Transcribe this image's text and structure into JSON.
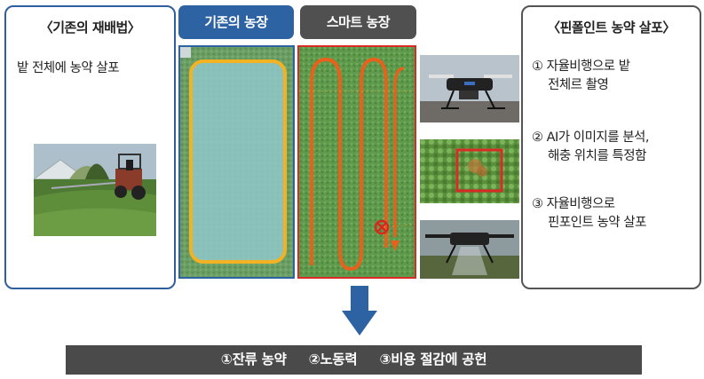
{
  "left_panel": {
    "title": "〈기존의 재배법〉",
    "description": "밭 전체에 농약 살포",
    "photo": "tractor-spraying-field-photo"
  },
  "tabs": {
    "conventional": "기존의 농장",
    "smart": "스마트 농장"
  },
  "right_panel": {
    "title": "〈핀폴인트 농약 살포〉",
    "steps": [
      {
        "line1": "① 자율비행으로 밭",
        "line2": "전체르 촬영"
      },
      {
        "line1": "② AI가 이미지를 분석,",
        "line2": "해충 위치를 특정함"
      },
      {
        "line1": "③ 자율비행으로",
        "line2": "핀포인트 농약 살포"
      }
    ]
  },
  "photos": [
    "drone-photo",
    "pest-closeup-photo",
    "spraying-drone-photo"
  ],
  "result_banner": [
    "①잔류 농약",
    "②노동력",
    "③비용 절감에 공헌"
  ],
  "colors": {
    "blue": "#2e63a3",
    "gray": "#4a4a4a",
    "red": "#d92b25",
    "orange": "#f0a020"
  }
}
